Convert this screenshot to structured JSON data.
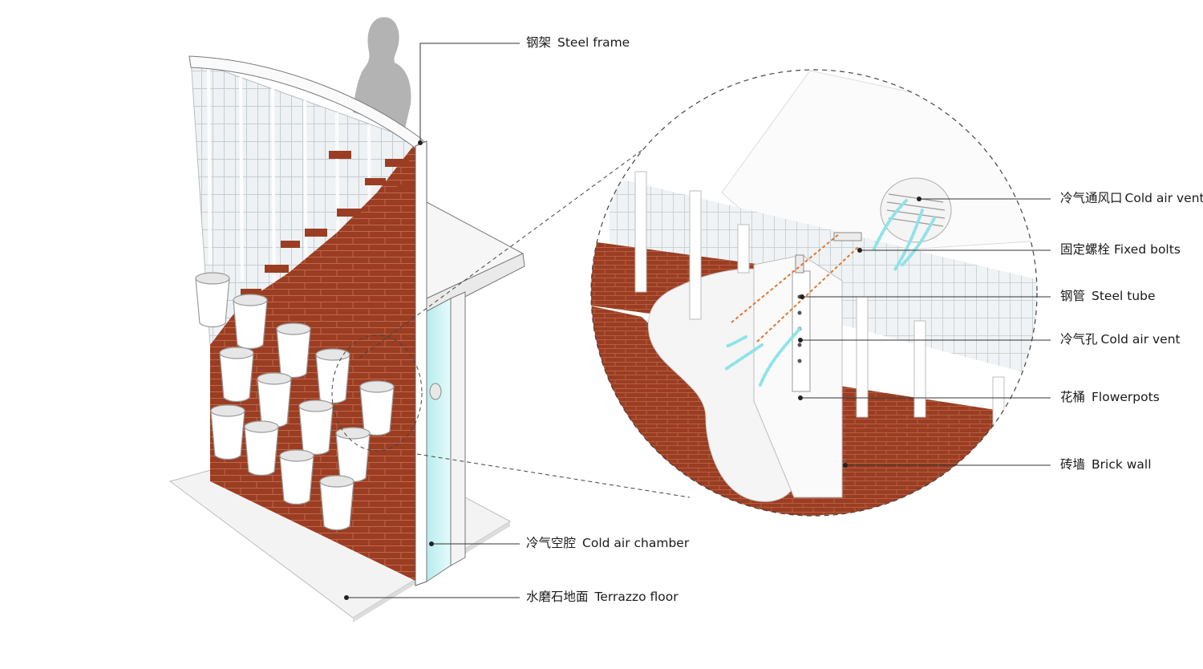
{
  "labels": {
    "steel_frame": {
      "zh": "钢架",
      "en": "Steel frame"
    },
    "cold_air_chamber": {
      "zh": "冷气空腔",
      "en": "Cold air chamber"
    },
    "terrazzo_floor": {
      "zh": "水磨石地面",
      "en": "Terrazzo floor"
    },
    "cold_air_vent_top": {
      "zh": "冷气通风口",
      "en": "Cold air vent"
    },
    "fixed_bolts": {
      "zh": "固定螺栓",
      "en": "Fixed bolts"
    },
    "steel_tube": {
      "zh": "钢管",
      "en": "Steel tube"
    },
    "cold_air_hole": {
      "zh": "冷气孔",
      "en": "Cold air vent"
    },
    "flowerpots": {
      "zh": "花桶",
      "en": "Flowerpots"
    },
    "brick_wall": {
      "zh": "砖墙",
      "en": "Brick wall"
    }
  },
  "colors": {
    "brick": "#9a3d22",
    "brick_mortar": "#c0684a",
    "steel": "#ffffff",
    "frame_edge": "#555555",
    "glass": "#e9eef1",
    "cold_air": "#8fe3e8",
    "bolt_line": "#e0782f",
    "silhouette": "#b4b4b4",
    "floor": "#f2f2f2"
  }
}
